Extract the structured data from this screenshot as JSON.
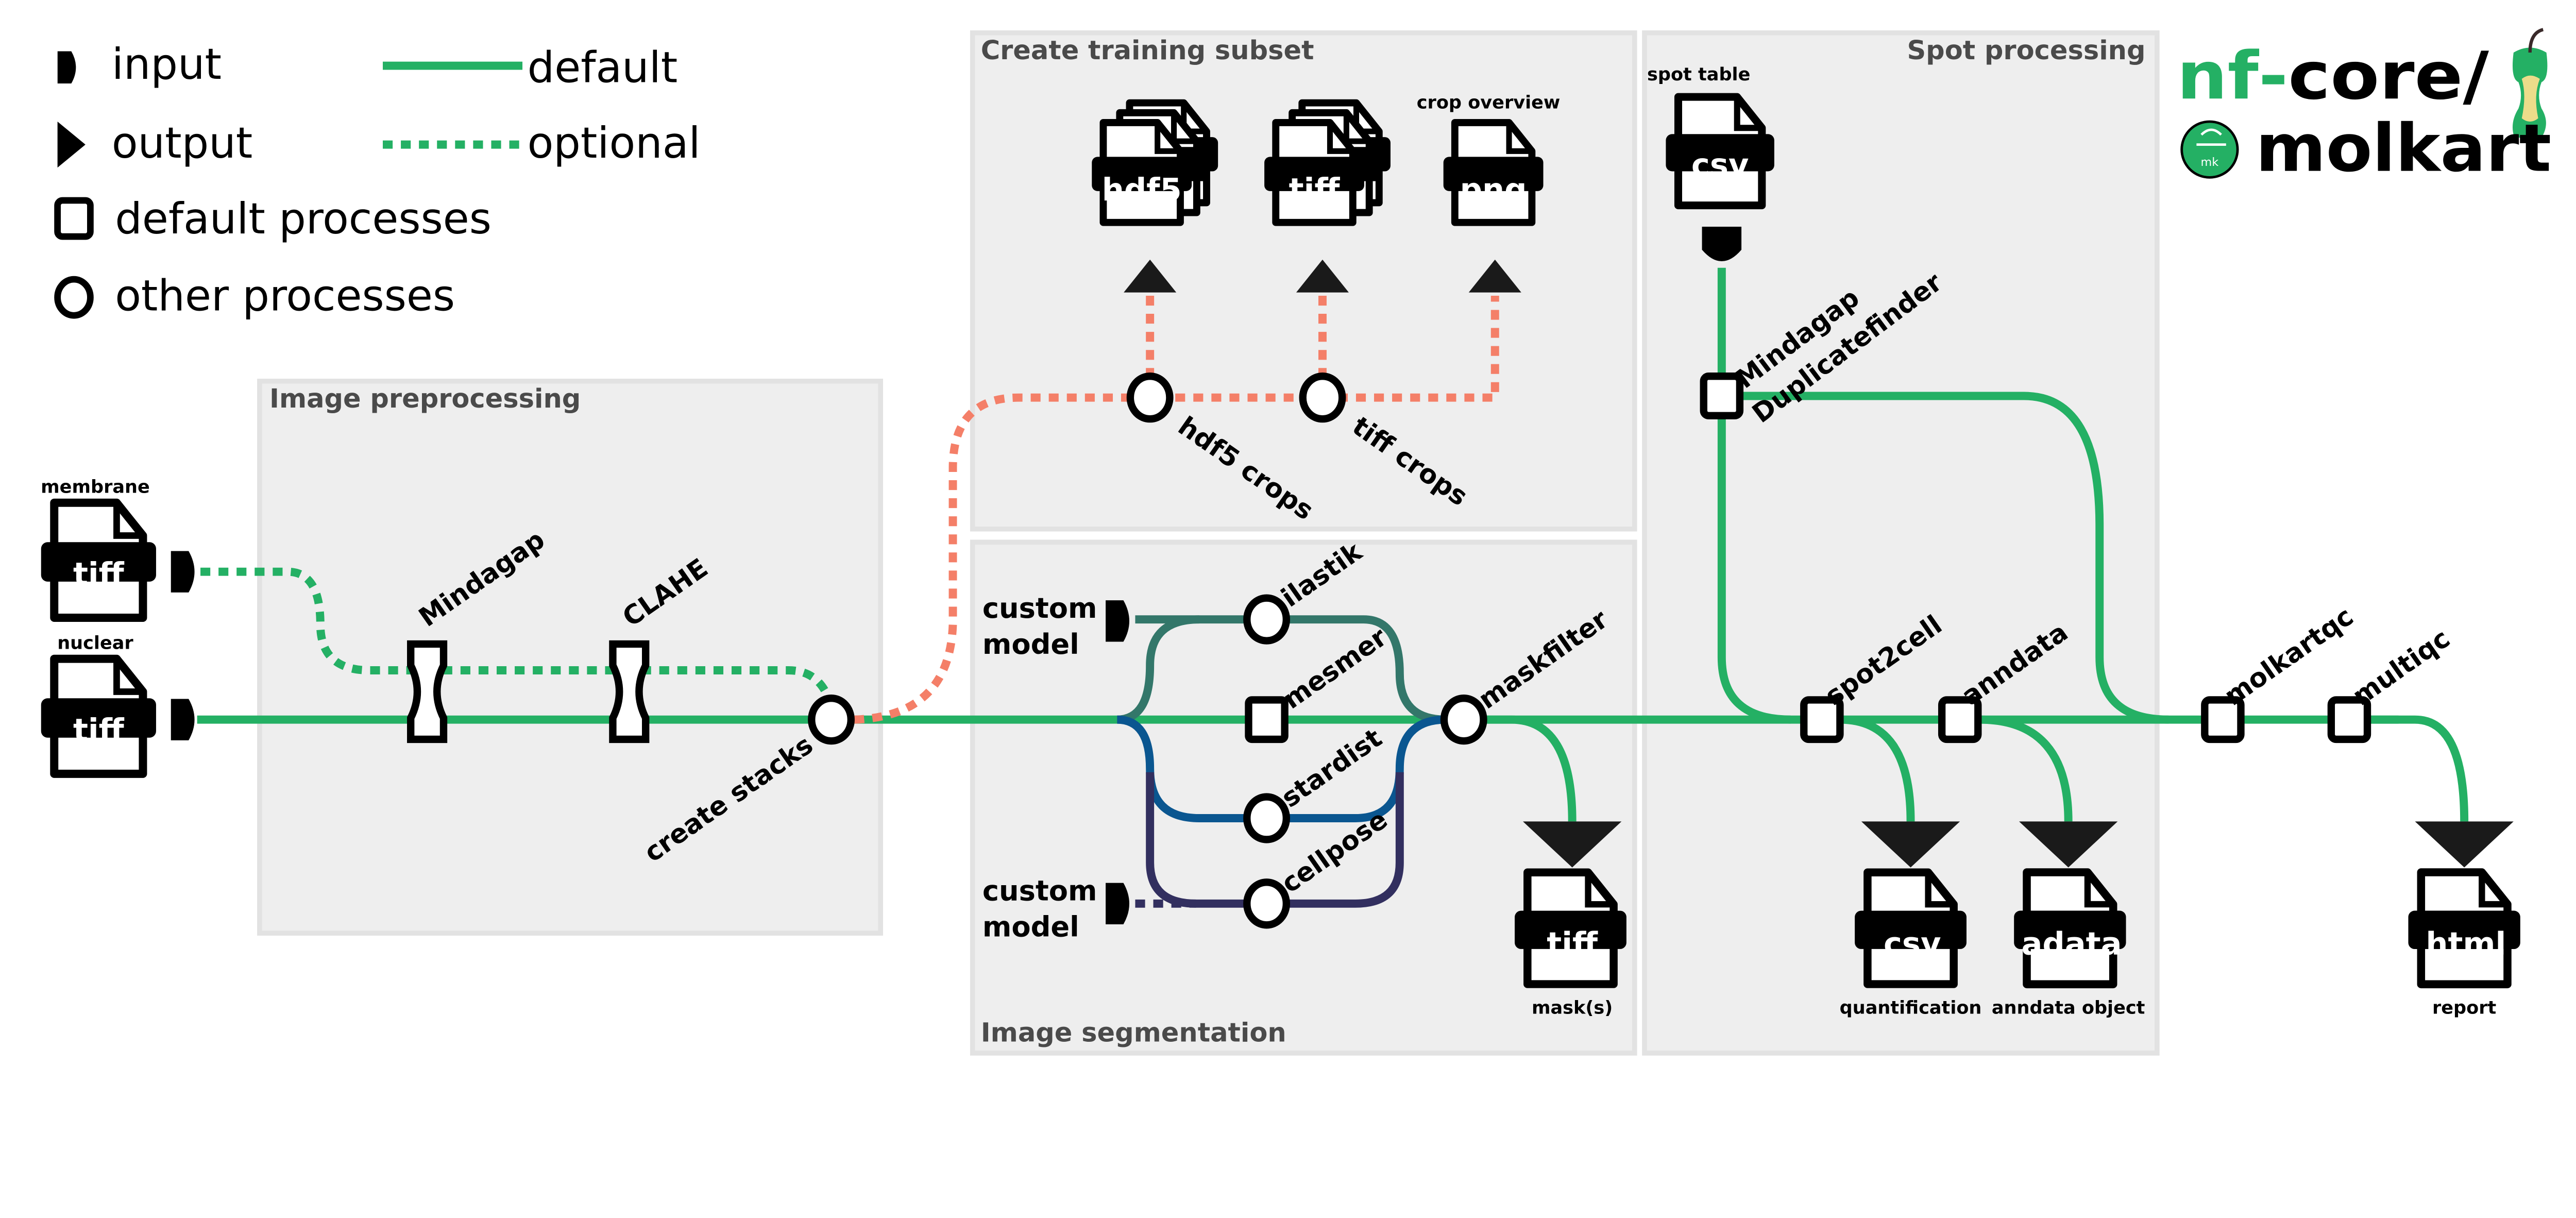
{
  "legend": {
    "input": "input",
    "output": "output",
    "default_processes": "default processes",
    "other_processes": "other processes",
    "default_line": "default",
    "optional_line": "optional"
  },
  "colors": {
    "default": "#24b064",
    "training": "#f47f68",
    "ilastik": "#33776a",
    "stardist": "#0a5690",
    "cellpose": "#322f5f",
    "panel": "#eeeeee"
  },
  "sections": {
    "preprocessing": "Image preprocessing",
    "training": "Create training subset",
    "segmentation": "Image segmentation",
    "spot": "Spot processing"
  },
  "inputs": {
    "membrane": {
      "label": "membrane",
      "type": "tiff"
    },
    "nuclear": {
      "label": "nuclear",
      "type": "tiff"
    },
    "spot_table": {
      "label": "spot table",
      "type": "csv"
    },
    "custom_model_1": {
      "line1": "custom",
      "line2": "model"
    },
    "custom_model_2": {
      "line1": "custom",
      "line2": "model"
    }
  },
  "processes": {
    "mindagap": "Mindagap",
    "clahe": "CLAHE",
    "create_stacks": "create stacks",
    "hdf5_crops": "hdf5 crops",
    "tiff_crops": "tiff crops",
    "ilastik": "ilastik",
    "mesmer": "mesmer",
    "stardist": "stardist",
    "cellpose": "cellpose",
    "maskfilter": "maskfilter",
    "dupfinder_1": "Mindagap",
    "dupfinder_2": "Duplicatefinder",
    "spot2cell": "spot2cell",
    "anndata": "anndata",
    "molkartqc": "molkartqc",
    "multiqc": "multiqc"
  },
  "outputs": {
    "hdf5": {
      "type": "hdf5"
    },
    "tiff_crops": {
      "type": "tiff"
    },
    "png": {
      "type": "png",
      "label": "crop overview"
    },
    "masks": {
      "type": "tiff",
      "label": "mask(s)"
    },
    "quant": {
      "type": "csv",
      "label": "quantification"
    },
    "adata": {
      "type": "adata",
      "label": "anndata object"
    },
    "report": {
      "type": "html",
      "label": "report"
    }
  },
  "logo": {
    "nf": "nf",
    "dash": "-",
    "core": "core/",
    "name": "molkart",
    "badge": "mk"
  }
}
